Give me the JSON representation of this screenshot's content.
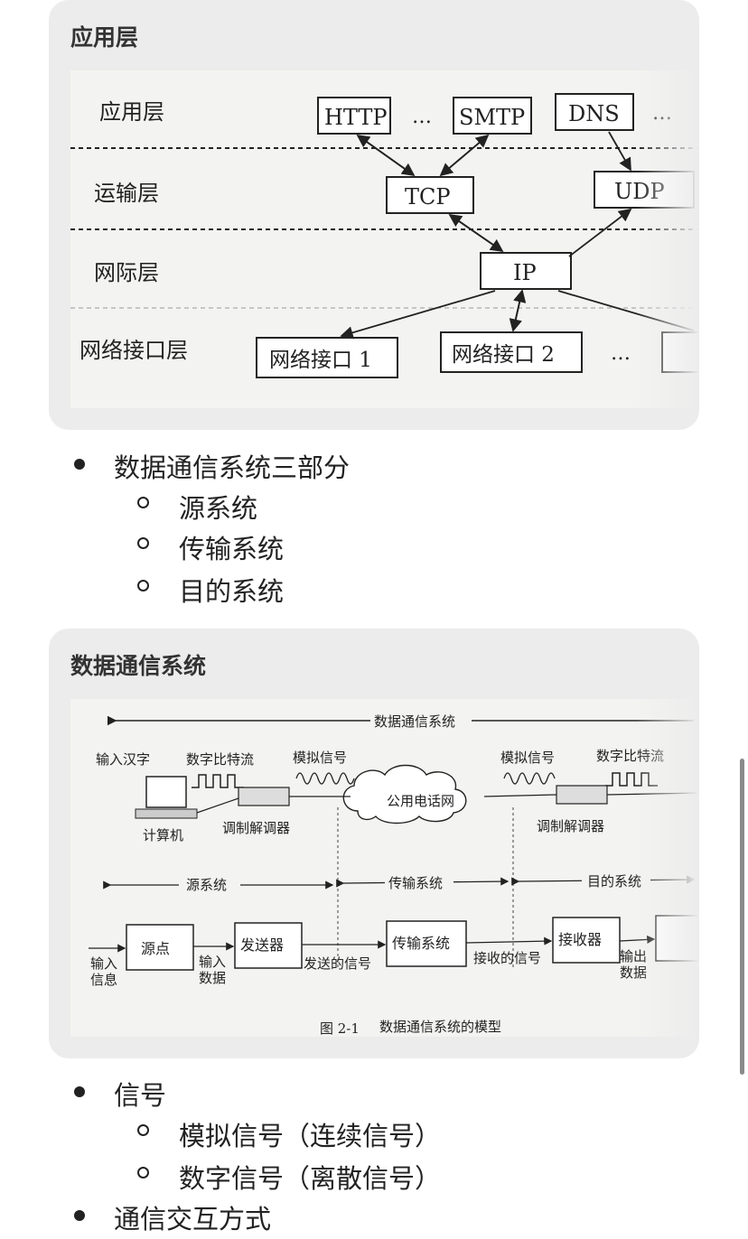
{
  "card1": {
    "title": "应用层",
    "figure": {
      "layers": [
        "应用层",
        "运输层",
        "网际层",
        "网络接口层"
      ],
      "app_protocols": [
        "HTTP",
        "SMTP",
        "DNS"
      ],
      "ellipsis": "…",
      "transport": [
        "TCP",
        "UDP"
      ],
      "network": "IP",
      "interfaces": [
        "网络接口 1",
        "网络接口 2"
      ]
    }
  },
  "list1": {
    "label": "数据通信系统三部分",
    "items": [
      "源系统",
      "传输系统",
      "目的系统"
    ]
  },
  "card2": {
    "title": "数据通信系统",
    "figure": {
      "span_label": "数据通信系统",
      "input_label": "输入汉字",
      "digital_stream": "数字比特流",
      "analog_signal": "模拟信号",
      "computer": "计算机",
      "modem": "调制解调器",
      "pstn": "公用电话网",
      "source_system": "源系统",
      "transmission_system": "传输系统",
      "destination_system": "目的系统",
      "source": "源点",
      "transmitter": "发送器",
      "transmission": "传输系统",
      "receiver": "接收器",
      "input_info": [
        "输入",
        "信息"
      ],
      "input_data": [
        "输入",
        "数据"
      ],
      "sent_signal": "发送的信号",
      "received_signal": "接收的信号",
      "output_data": [
        "输出",
        "数据"
      ],
      "caption_num": "图 2-1",
      "caption": "数据通信系统的模型"
    }
  },
  "list2": {
    "label": "信号",
    "items": [
      "模拟信号（连续信号）",
      "数字信号（离散信号）"
    ]
  },
  "list3": {
    "label": "通信交互方式"
  }
}
